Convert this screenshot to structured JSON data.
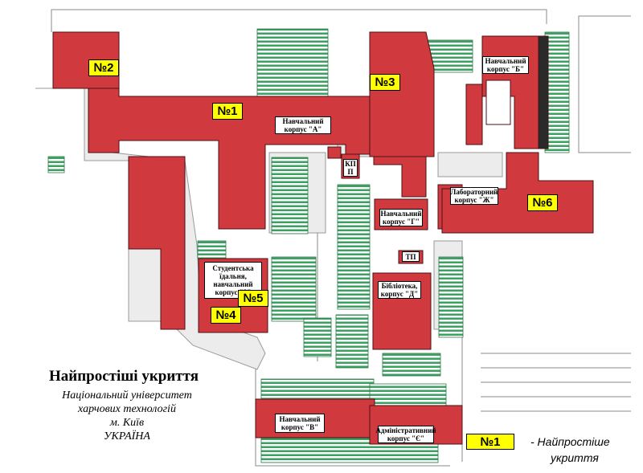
{
  "title": "Найпростіші укриття",
  "university": {
    "line1": "Національний університет",
    "line2": "харчових технологій",
    "line3": "м. Київ",
    "line4": "УКРАЇНА"
  },
  "buildings": {
    "A": "Навчальний корпус \"А\"",
    "B": "Навчальний корпус \"Б\"",
    "V": "Навчальний корпус \"В\"",
    "G": "Навчальний корпус \"Г\"",
    "D": "Бібліотека, корпус \"Д\"",
    "YE": "Адміністративний корпус \"Є\"",
    "ZH": "Лабораторний корпус \"Ж\"",
    "Z": "Студентська їдальня, навчальний корпус \"З\"",
    "KPP": "КП П",
    "TP": "ТП"
  },
  "shelters": [
    "№1",
    "№2",
    "№3",
    "№4",
    "№5",
    "№6"
  ],
  "legend": {
    "badge": "№1",
    "text_line1": "- Найпростіше",
    "text_line2": "укриття"
  },
  "colors": {
    "building": "#d03a3f",
    "green": "#3ba060",
    "shelter_badge": "#ffff00"
  }
}
